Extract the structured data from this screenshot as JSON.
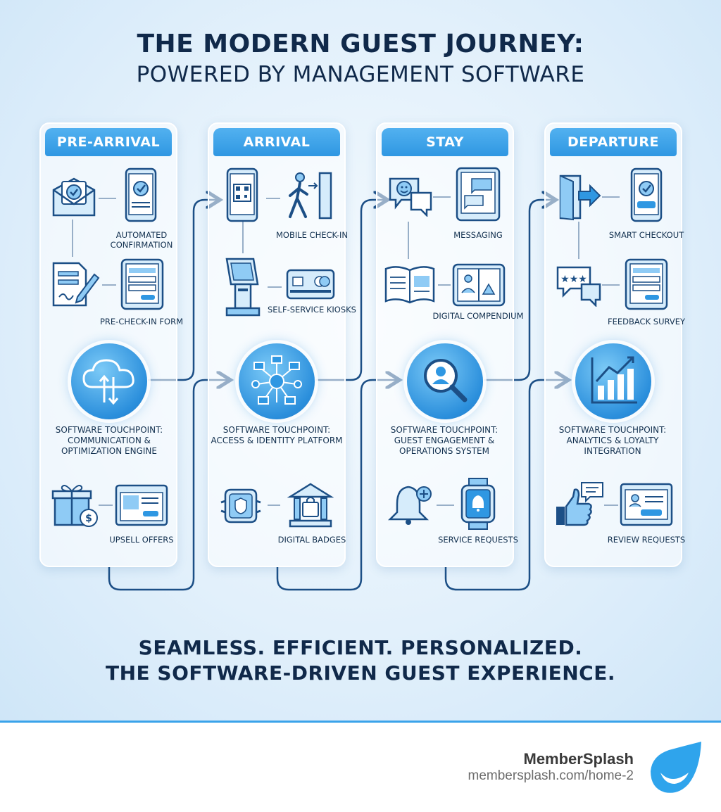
{
  "header": {
    "title": "THE MODERN GUEST JOURNEY:",
    "subtitle": "POWERED BY MANAGEMENT SOFTWARE"
  },
  "stages": [
    {
      "name": "PRE-ARRIVAL",
      "items": [
        "AUTOMATED CONFIRMATION",
        "PRE-CHECK-IN FORM",
        "UPSELL OFFERS"
      ],
      "touchpoint": "SOFTWARE TOUCHPOINT: COMMUNICATION & OPTIMIZATION ENGINE"
    },
    {
      "name": "ARRIVAL",
      "items": [
        "MOBILE CHECK-IN",
        "SELF-SERVICE KIOSKS",
        "DIGITAL BADGES"
      ],
      "touchpoint": "SOFTWARE TOUCHPOINT: ACCESS & IDENTITY PLATFORM"
    },
    {
      "name": "STAY",
      "items": [
        "MESSAGING",
        "DIGITAL COMPENDIUM",
        "SERVICE REQUESTS"
      ],
      "touchpoint": "SOFTWARE TOUCHPOINT: GUEST ENGAGEMENT & OPERATIONS SYSTEM"
    },
    {
      "name": "DEPARTURE",
      "items": [
        "SMART CHECKOUT",
        "FEEDBACK SURVEY",
        "REVIEW REQUESTS"
      ],
      "touchpoint": "SOFTWARE TOUCHPOINT: ANALYTICS & LOYALTY INTEGRATION"
    }
  ],
  "tagline": {
    "line1": "SEAMLESS. EFFICIENT. PERSONALIZED.",
    "line2": "THE SOFTWARE-DRIVEN GUEST EXPERIENCE."
  },
  "brand": {
    "name": "MemberSplash",
    "url": "membersplash.com/home-2"
  },
  "colors": {
    "accent": "#2f97e2",
    "text": "#10294a",
    "icon_stroke": "#1c4f86",
    "icon_fill": "#8fcbf5"
  },
  "icons": [
    "envelope-icon",
    "phone-check-icon",
    "form-icon",
    "tablet-form-icon",
    "cloud-sync-icon",
    "gift-icon",
    "browser-offer-icon",
    "qr-phone-icon",
    "walk-door-icon",
    "kiosk-icon",
    "keycard-icon",
    "network-icon",
    "smartwatch-icon",
    "bank-lock-icon",
    "chat-smile-icon",
    "tablet-chat-icon",
    "open-book-icon",
    "tablet-book-icon",
    "magnifier-user-icon",
    "bell-plus-icon",
    "watch-bell-icon",
    "door-exit-icon",
    "phone-check-icon",
    "stars-chat-icon",
    "tablet-survey-icon",
    "bar-chart-icon",
    "thumbs-up-chat-icon",
    "browser-review-icon"
  ]
}
